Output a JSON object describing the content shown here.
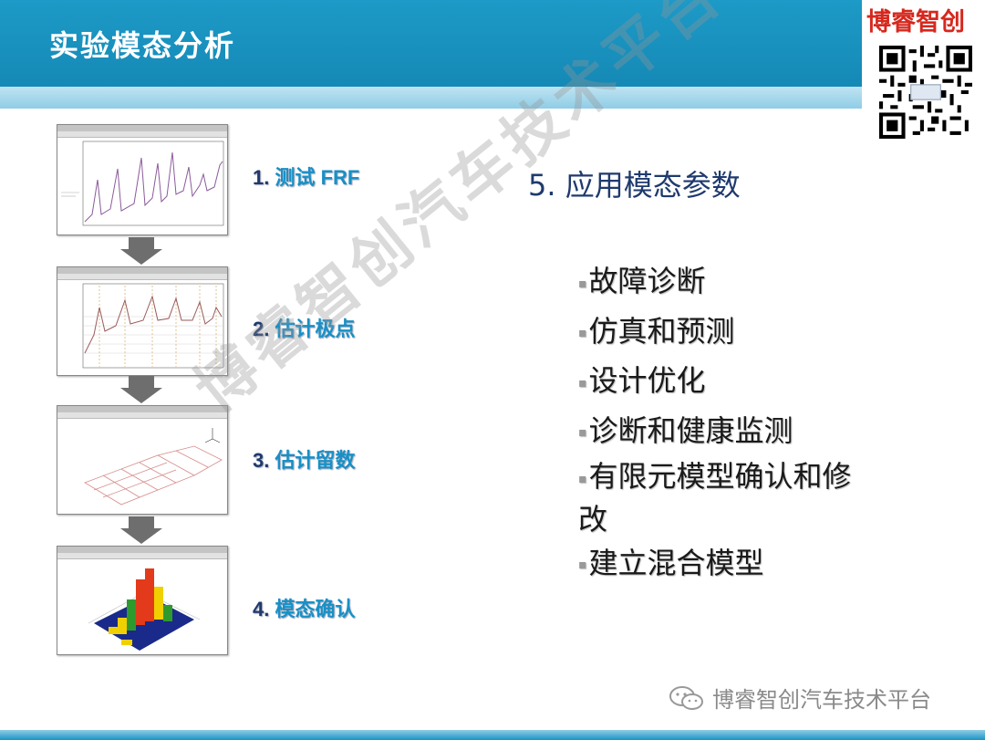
{
  "header": {
    "title": "实验模态分析"
  },
  "brand": {
    "name": "博睿智创"
  },
  "steps": [
    {
      "num": "1.",
      "text": "测试 FRF"
    },
    {
      "num": "2.",
      "text": "估计极点"
    },
    {
      "num": "3.",
      "text": "估计留数"
    },
    {
      "num": "4.",
      "text": "模态确认"
    }
  ],
  "applications": {
    "title": "5. 应用模态参数",
    "items": [
      "故障诊断",
      "仿真和预测",
      "设计优化",
      "诊断和健康监测",
      "有限元模型确认和修改",
      "建立混合模型"
    ]
  },
  "watermark": "博睿智创汽车技术平台",
  "footer": {
    "wechat_label": "博睿智创汽车技术平台"
  },
  "colors": {
    "header": "#1d9ac7",
    "accent_step": "#1890c6",
    "dark_blue": "#1f3a6e",
    "brand_red": "#d6281e"
  },
  "icons": [
    "qr-code-icon",
    "down-arrow-icon",
    "wechat-icon"
  ]
}
